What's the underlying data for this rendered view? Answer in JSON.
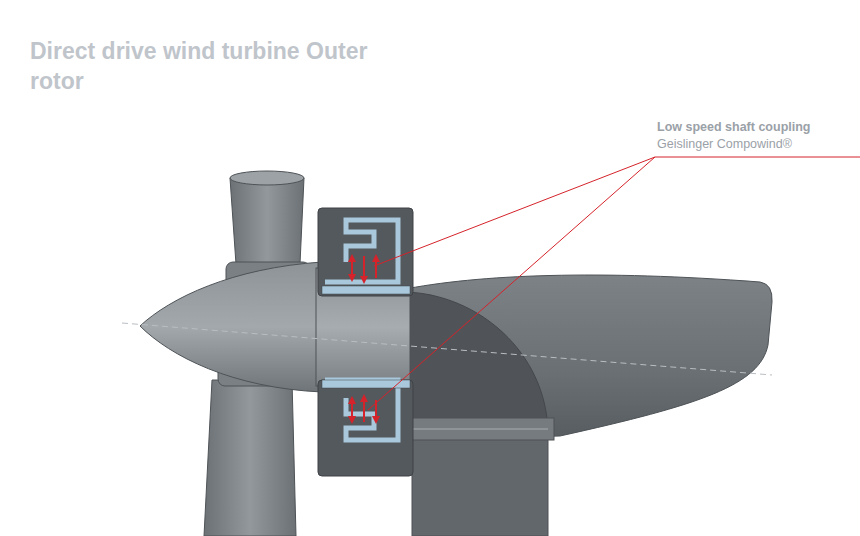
{
  "diagram": {
    "title": "Direct drive wind turbine Outer rotor",
    "labels": [
      "Low speed shaft coupling",
      "Geislinger Compowind®"
    ]
  }
}
